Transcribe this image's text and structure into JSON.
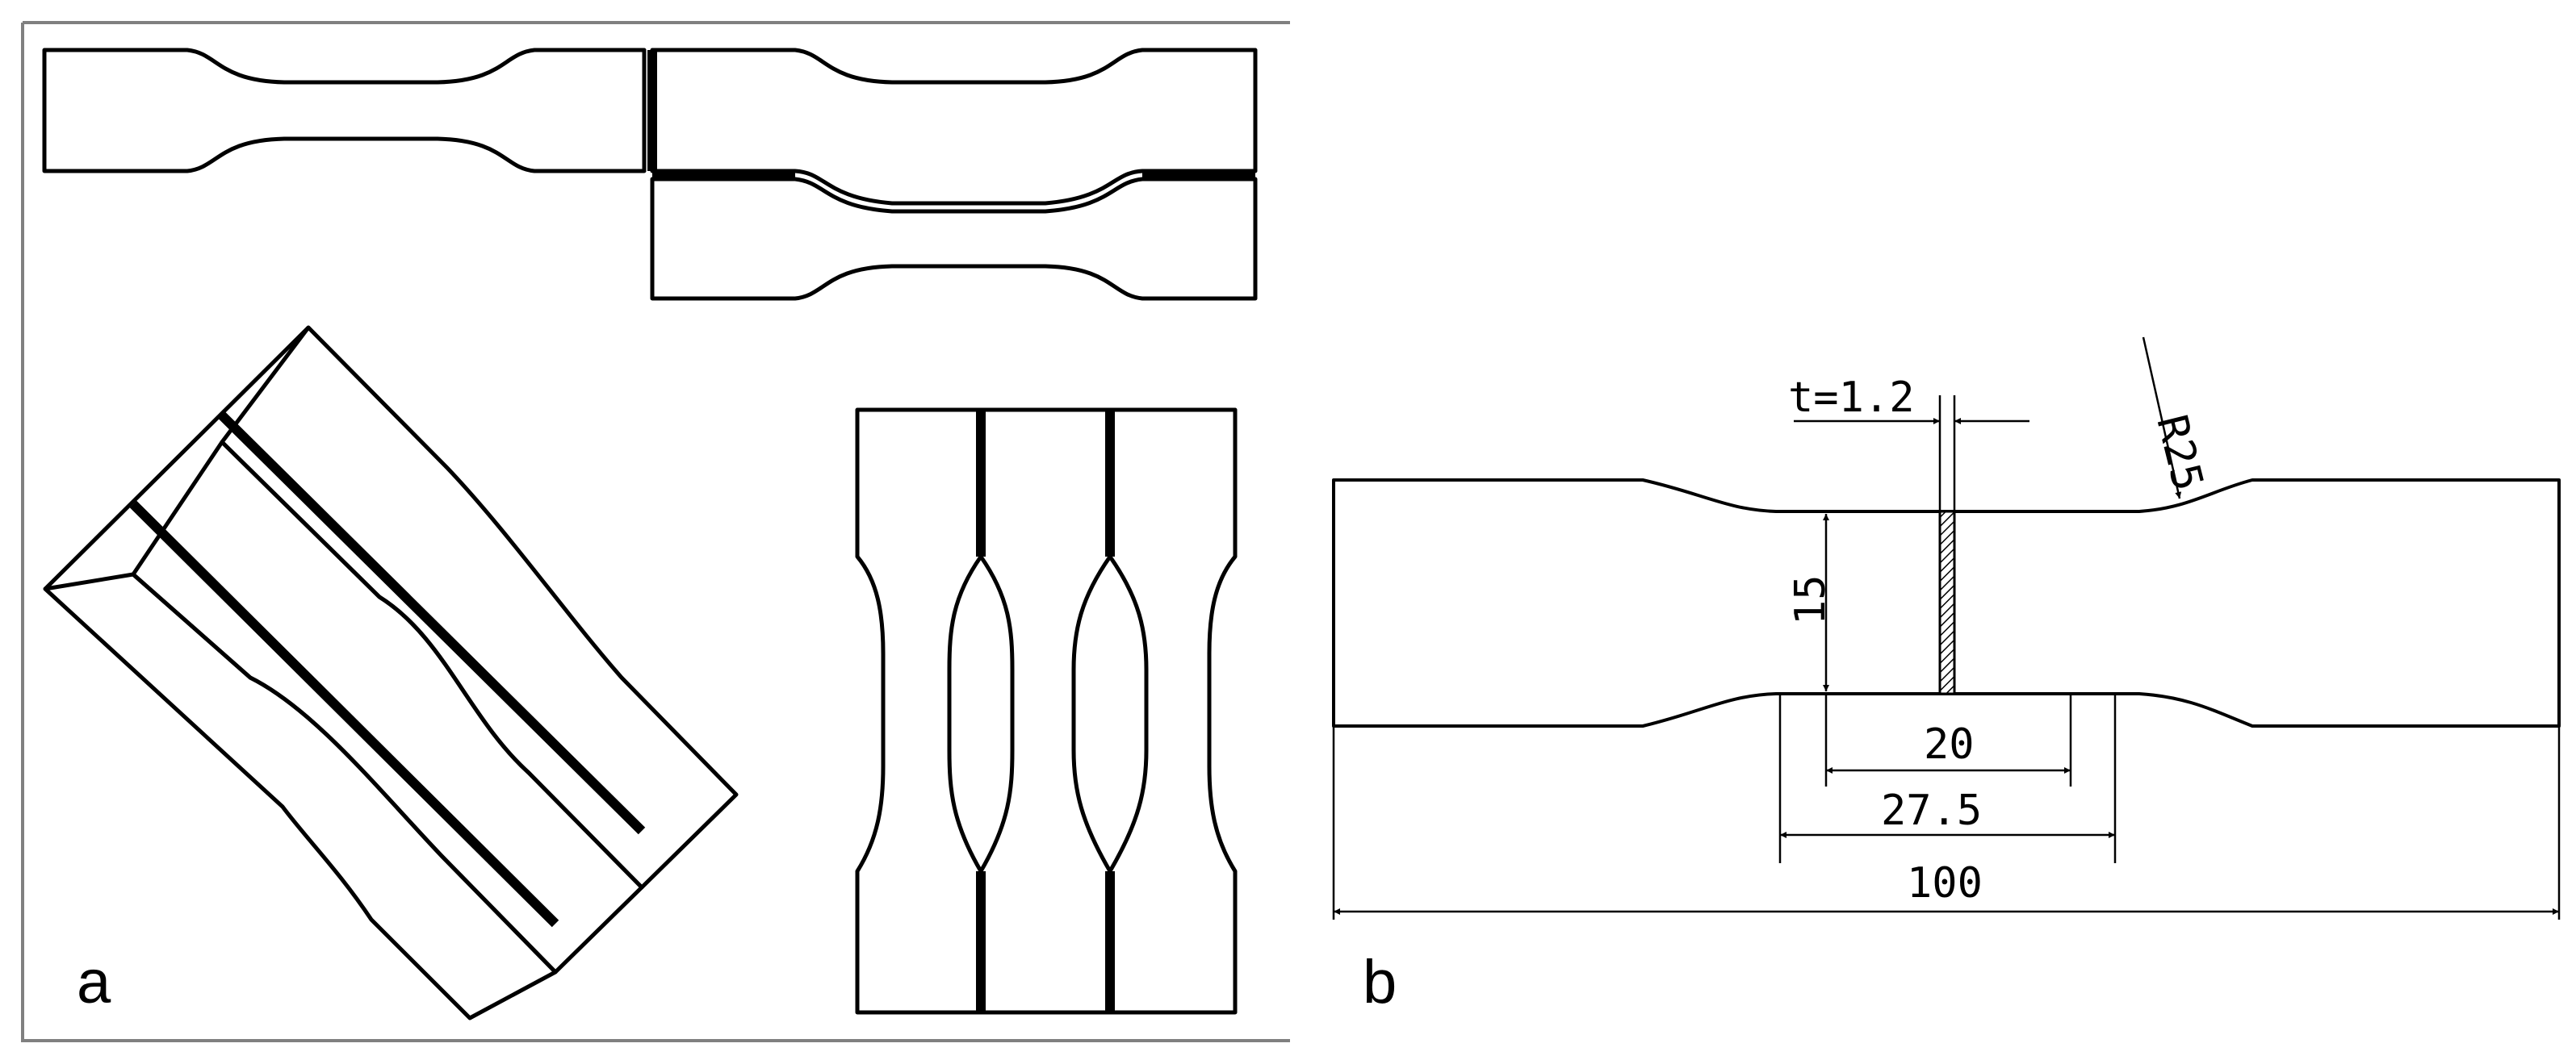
{
  "panel_a": {
    "label": "a"
  },
  "panel_b": {
    "label": "b",
    "thickness": "t=1.2",
    "radius": "R25",
    "width": "15",
    "gauge_length": "20",
    "parallel_length": "27.5",
    "total_length": "100"
  }
}
